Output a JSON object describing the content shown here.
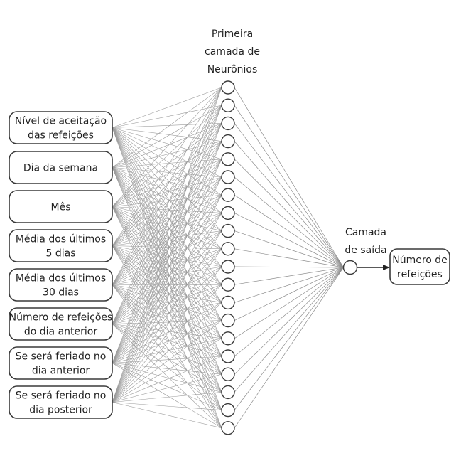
{
  "hidden_layer_label": [
    "Primeira",
    "camada de",
    "Neurônios"
  ],
  "output_layer_label": [
    "Camada",
    "de saída"
  ],
  "output_box": [
    "Número de",
    "refeições"
  ],
  "hidden_neuron_count": 20,
  "inputs": [
    {
      "lines": [
        "Nível de aceitação",
        "das refeições"
      ]
    },
    {
      "lines": [
        "Dia da semana"
      ]
    },
    {
      "lines": [
        "Mês"
      ]
    },
    {
      "lines": [
        "Média dos últimos",
        "5 dias"
      ]
    },
    {
      "lines": [
        "Média dos últimos",
        "30 dias"
      ]
    },
    {
      "lines": [
        "Número de refeições",
        "do dia anterior"
      ]
    },
    {
      "lines": [
        "Se será feriado no",
        "dia anterior"
      ]
    },
    {
      "lines": [
        "Se será feriado no",
        "dia posterior"
      ]
    }
  ],
  "colors": {
    "stroke": "#3a3a3a",
    "edges": "#9a9a9a",
    "text": "#222222"
  }
}
